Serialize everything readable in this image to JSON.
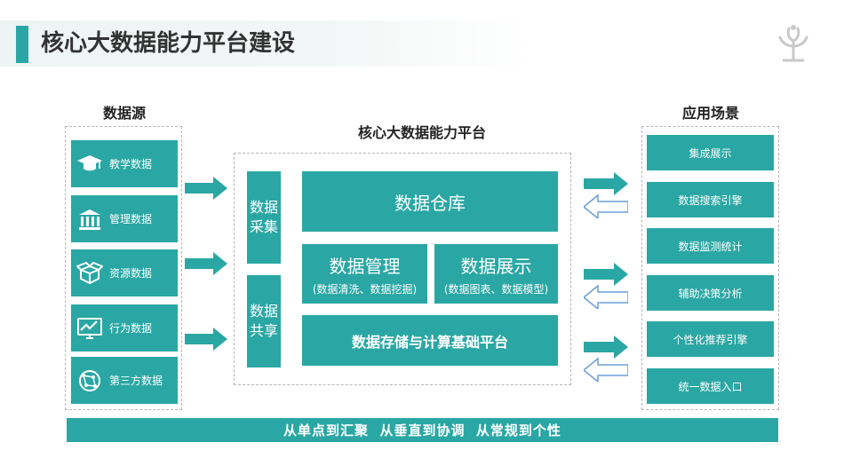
{
  "header": {
    "title": "核心大数据能力平台建设",
    "logo_icon": "tree-logo-icon"
  },
  "sources": {
    "label": "数据源",
    "items": [
      {
        "label": "教学数据",
        "icon": "graduation-cap-icon"
      },
      {
        "label": "管理数据",
        "icon": "institution-building-icon"
      },
      {
        "label": "资源数据",
        "icon": "open-box-icon"
      },
      {
        "label": "行为数据",
        "icon": "trend-monitor-icon"
      },
      {
        "label": "第三方数据",
        "icon": "network-globe-icon"
      }
    ]
  },
  "platform": {
    "label": "核心大数据能力平台",
    "collect": "数据\n采集",
    "share": "数据\n共享",
    "warehouse": "数据仓库",
    "management": {
      "title": "数据管理",
      "sub": "(数据清洗、数据挖掘)"
    },
    "display": {
      "title": "数据展示",
      "sub": "(数据图表、数据模型)"
    },
    "storage": "数据存储与计算基础平台"
  },
  "applications": {
    "label": "应用场景",
    "items": [
      "集成展示",
      "数据搜索引擎",
      "数据监测统计",
      "辅助决策分析",
      "个性化推荐引擎",
      "统一数据入口"
    ]
  },
  "banner": "从单点到汇聚  从垂直到协调  从常规到个性",
  "colors": {
    "accent": "#2aa7a4",
    "outline_arrow": "#6a9fd8",
    "dashed_border": "#b5b5b5"
  }
}
